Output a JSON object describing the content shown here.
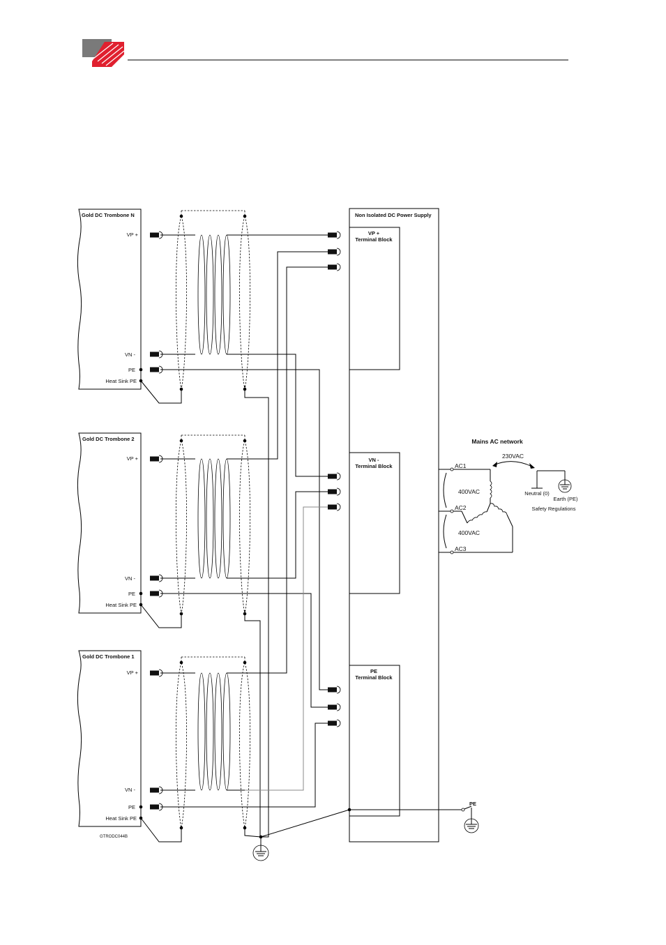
{
  "header": {
    "logo": {
      "colors": {
        "red": "#e0202f",
        "gray": "#7a7a7a"
      }
    },
    "rule_color": "#555555"
  },
  "diagram": {
    "drives": [
      {
        "title": "Gold DC Trombone N",
        "vp": "VP +",
        "vn": "VN -",
        "pe": "PE",
        "hs": "Heat Sink PE"
      },
      {
        "title": "Gold DC Trombone 2",
        "vp": "VP +",
        "vn": "VN -",
        "pe": "PE",
        "hs": "Heat Sink PE"
      },
      {
        "title": "Gold DC Trombone 1",
        "vp": "VP +",
        "vn": "VN -",
        "pe": "PE",
        "hs": "Heat Sink PE"
      }
    ],
    "power_supply": {
      "title": "Non Isolated DC Power Supply",
      "blocks": [
        {
          "line1": "VP +",
          "line2": "Terminal Block"
        },
        {
          "line1": "VN -",
          "line2": "Terminal Block"
        },
        {
          "line1": "PE",
          "line2": "Terminal Block"
        }
      ]
    },
    "mains": {
      "title": "Mains AC network",
      "ac1": "AC1",
      "ac2": "AC2",
      "ac3": "AC3",
      "v400a": "400VAC",
      "v400b": "400VAC",
      "v230": "230VAC",
      "neutral": "Neutral (0)",
      "earth": "Earth (PE)",
      "safety": "Safety Regulations"
    },
    "pe_label": "PE",
    "drawing_code": "GTRODC044B"
  }
}
